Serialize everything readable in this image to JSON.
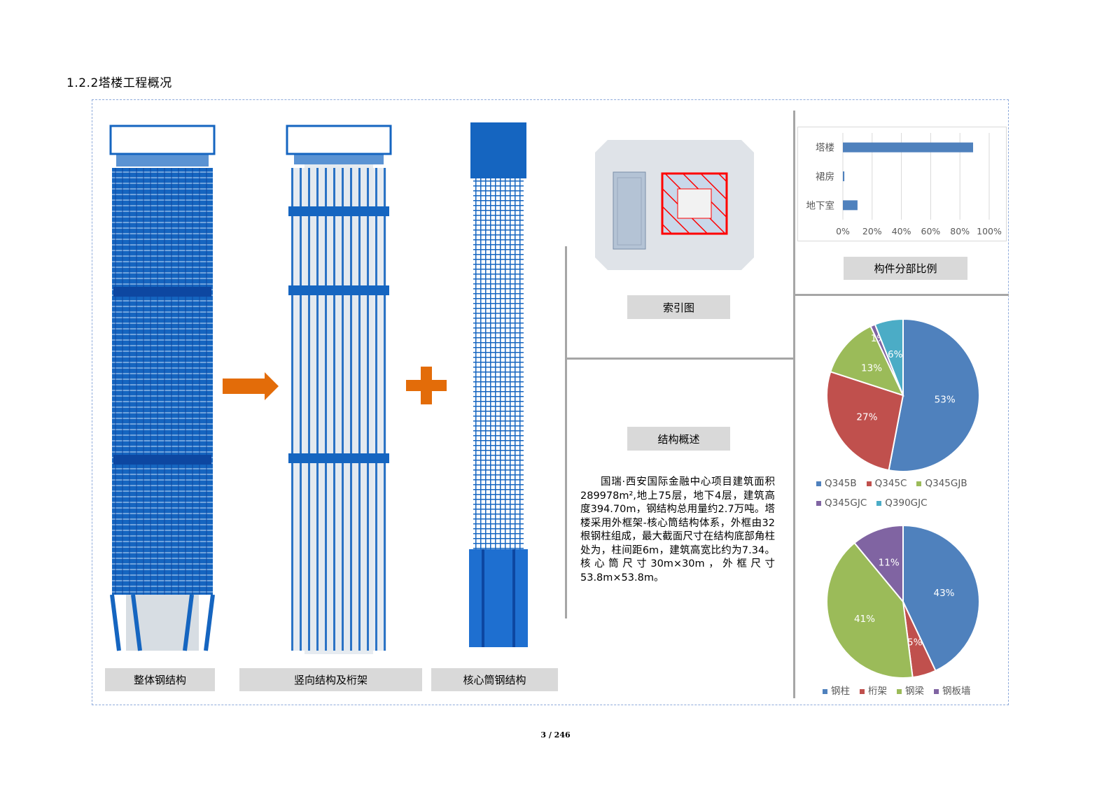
{
  "heading": "1.2.2塔楼工程概况",
  "labels": {
    "whole_steel": "整体钢结构",
    "vertical_truss": "竖向结构及桁架",
    "core_steel": "核心筒钢结构",
    "index_map": "索引图",
    "structure_overview": "结构概述",
    "component_ratio": "构件分部比例"
  },
  "description": "国瑞·西安国际金融中心项目建筑面积289978m²,地上75层，地下4层，建筑高度394.70m，钢结构总用量约2.7万吨。塔楼采用外框架-核心筒结构体系，外框由32根钢柱组成，最大截面尺寸在结构底部角柱处为，柱间距6m，建筑高宽比约为7.34。核心筒尺寸30m×30m，外框尺寸53.8m×53.8m。",
  "page_number": "3 / 246",
  "colors": {
    "blue": "#4f81bd",
    "red": "#c0504d",
    "green": "#9bbb59",
    "purple": "#8064a2",
    "teal": "#4bacc6",
    "orange": "#e36c09"
  },
  "chart_data": [
    {
      "type": "bar",
      "orientation": "horizontal",
      "categories": [
        "塔楼",
        "裙房",
        "地下室"
      ],
      "values": [
        89,
        1,
        10
      ],
      "xlim": [
        0,
        100
      ],
      "x_ticks": [
        "0%",
        "20%",
        "40%",
        "60%",
        "80%",
        "100%"
      ],
      "grid": true
    },
    {
      "type": "pie",
      "labels": [
        "Q345B",
        "Q345C",
        "Q345GJB",
        "Q345GJC",
        "Q390GJC"
      ],
      "values": [
        53,
        27,
        13,
        1,
        6
      ],
      "value_labels": [
        "53%",
        "27%",
        "13%",
        "1%",
        "6%"
      ],
      "colors": [
        "#4f81bd",
        "#c0504d",
        "#9bbb59",
        "#8064a2",
        "#4bacc6"
      ],
      "legend": "bottom"
    },
    {
      "type": "pie",
      "labels": [
        "钢柱",
        "桁架",
        "钢梁",
        "钢板墙"
      ],
      "values": [
        43,
        5,
        41,
        11
      ],
      "value_labels": [
        "43%",
        "5%",
        "41%",
        "11%"
      ],
      "colors": [
        "#4f81bd",
        "#c0504d",
        "#9bbb59",
        "#8064a2"
      ],
      "legend": "bottom"
    }
  ]
}
